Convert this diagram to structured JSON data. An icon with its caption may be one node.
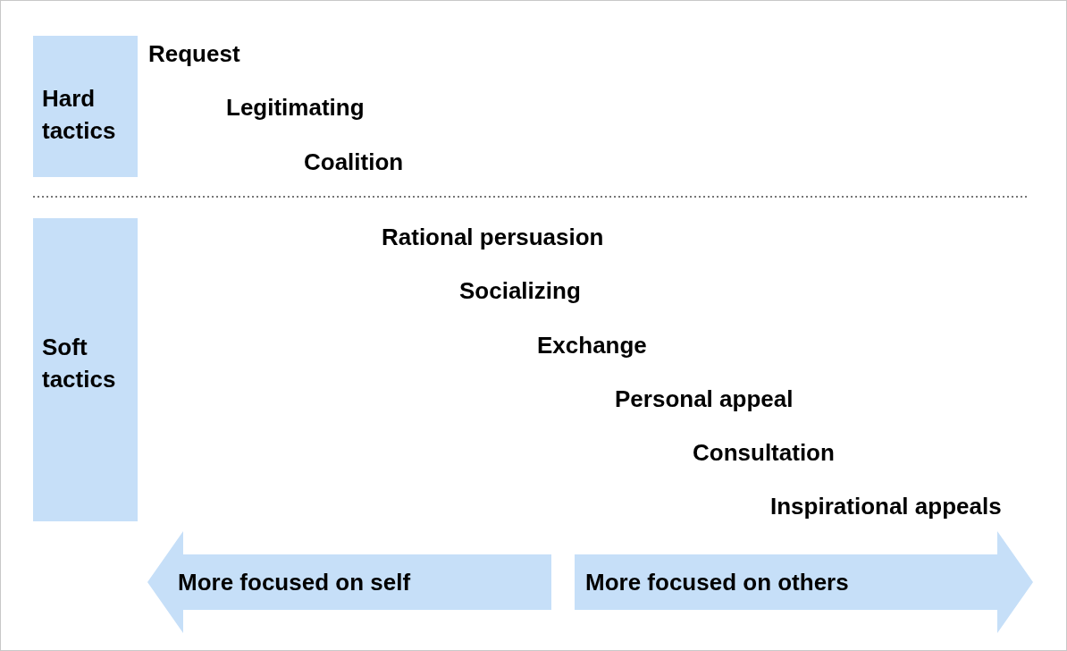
{
  "diagram": {
    "nodes": [
      {
        "text": [
          "Hard tactics"
        ]
      },
      {
        "text": [
          "Soft tactics"
        ]
      },
      {
        "text": [
          "More focused on self"
        ]
      },
      {
        "text": [
          "More focused on others"
        ]
      }
    ],
    "labels": [
      "Request",
      "Legitimating",
      "Coalition",
      "Rational persuasion",
      "Socializing",
      "Exchange",
      "Personal appeal",
      "Consultation",
      "Inspirational appeals"
    ]
  }
}
